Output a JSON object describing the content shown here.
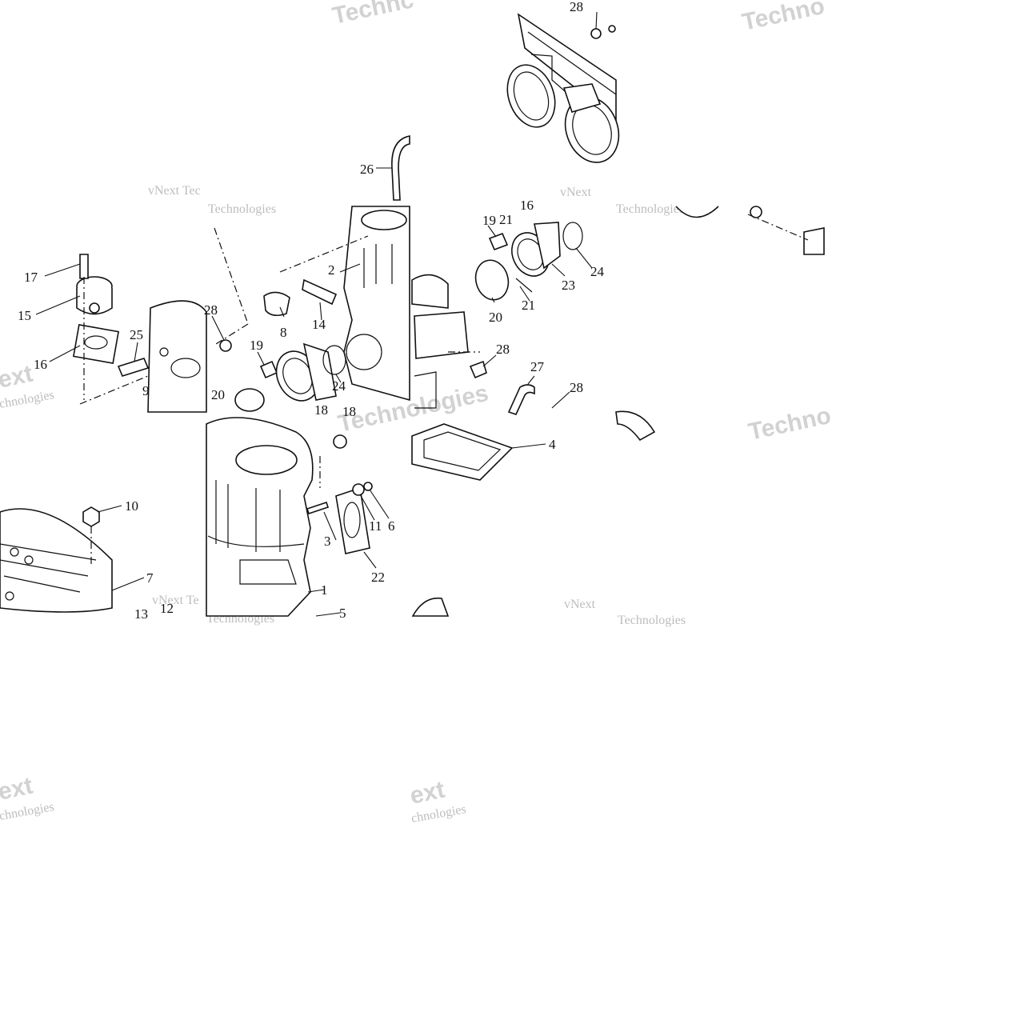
{
  "watermark": {
    "line1": "vNext",
    "line2": "Technologies",
    "short_a": "Technc",
    "short_b": "Techno",
    "short_c": "vNext Tec",
    "short_d": "vNext Te",
    "frag_a": "ext",
    "frag_b": "chnologies"
  },
  "callouts": [
    {
      "id": "callout-1",
      "text": "1"
    },
    {
      "id": "callout-2",
      "text": "2"
    },
    {
      "id": "callout-3",
      "text": "3"
    },
    {
      "id": "callout-4",
      "text": "4"
    },
    {
      "id": "callout-5",
      "text": "5"
    },
    {
      "id": "callout-6",
      "text": "6"
    },
    {
      "id": "callout-7",
      "text": "7"
    },
    {
      "id": "callout-8",
      "text": "8"
    },
    {
      "id": "callout-9",
      "text": "9"
    },
    {
      "id": "callout-10",
      "text": "10"
    },
    {
      "id": "callout-11",
      "text": "11"
    },
    {
      "id": "callout-12",
      "text": "12"
    },
    {
      "id": "callout-13",
      "text": "13"
    },
    {
      "id": "callout-14",
      "text": "14"
    },
    {
      "id": "callout-15",
      "text": "15"
    },
    {
      "id": "callout-16",
      "text": "16"
    },
    {
      "id": "callout-16b",
      "text": "16"
    },
    {
      "id": "callout-17",
      "text": "17"
    },
    {
      "id": "callout-18",
      "text": "18"
    },
    {
      "id": "callout-18b",
      "text": "18"
    },
    {
      "id": "callout-19",
      "text": "19"
    },
    {
      "id": "callout-19b",
      "text": "19"
    },
    {
      "id": "callout-20",
      "text": "20"
    },
    {
      "id": "callout-20b",
      "text": "20"
    },
    {
      "id": "callout-21",
      "text": "21"
    },
    {
      "id": "callout-21b",
      "text": "21"
    },
    {
      "id": "callout-22",
      "text": "22"
    },
    {
      "id": "callout-23",
      "text": "23"
    },
    {
      "id": "callout-24",
      "text": "24"
    },
    {
      "id": "callout-24b",
      "text": "24"
    },
    {
      "id": "callout-25",
      "text": "25"
    },
    {
      "id": "callout-26",
      "text": "26"
    },
    {
      "id": "callout-27",
      "text": "27"
    },
    {
      "id": "callout-28",
      "text": "28"
    },
    {
      "id": "callout-28b",
      "text": "28"
    },
    {
      "id": "callout-28c",
      "text": "28"
    },
    {
      "id": "callout-28d",
      "text": "28"
    }
  ]
}
